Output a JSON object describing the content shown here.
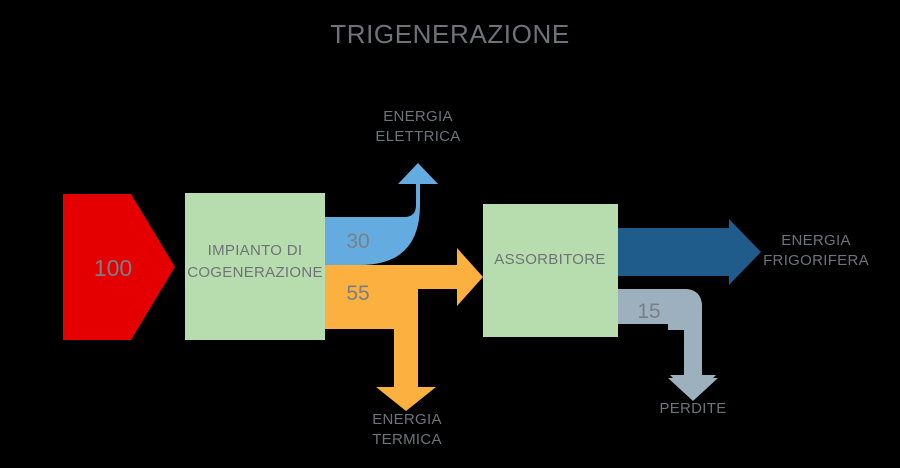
{
  "title": "TRIGENERAZIONE",
  "colors": {
    "background": "#000000",
    "input_red": "#E40000",
    "process_green": "#B7DCAD",
    "electric_blue": "#64ACDF",
    "thermal_orange": "#FBB040",
    "cooling_darkblue": "#1F5C8C",
    "losses_gray": "#9CB1BD",
    "text_gray": "#6E7379",
    "value_gray": "#7A7F86"
  },
  "nodes": {
    "input": {
      "value": "100",
      "shape": "chevron-right",
      "color": "#E40000"
    },
    "cogeneration": {
      "line1": "IMPIANTO DI",
      "line2": "COGENERAZIONE",
      "color": "#B7DCAD"
    },
    "absorber": {
      "label": "ASSORBITORE",
      "color": "#B7DCAD"
    }
  },
  "flows": {
    "electric": {
      "value": "30",
      "label_line1": "ENERGIA",
      "label_line2": "ELETTRICA",
      "color": "#64ACDF",
      "direction": "up"
    },
    "thermal": {
      "value": "55",
      "label_line1": "ENERGIA",
      "label_line2": "TERMICA",
      "color": "#FBB040",
      "direction": "right-and-down"
    },
    "cooling": {
      "label_line1": "ENERGIA",
      "label_line2": "FRIGORIFERA",
      "color": "#1F5C8C",
      "direction": "right"
    },
    "losses": {
      "value": "15",
      "label": "PERDITE",
      "color": "#9CB1BD",
      "direction": "down"
    }
  }
}
